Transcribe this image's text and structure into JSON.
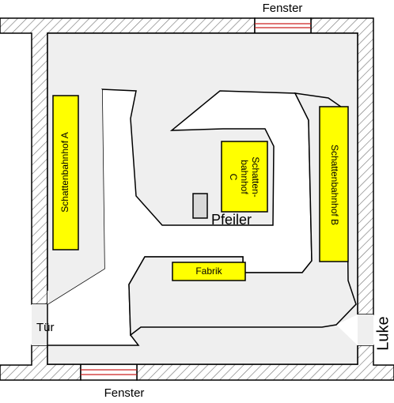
{
  "labels": {
    "window_top": "Fenster",
    "window_bottom": "Fenster",
    "door": "Tür",
    "hatch": "Luke",
    "pillar": "Pfeiler",
    "yard_a": "Schattenbahnhof A",
    "yard_b": "Schattenbahnhof B",
    "yard_c_line1": "Schatten-",
    "yard_c_line2": "bahnhof",
    "yard_c_line3": "C",
    "factory": "Fabrik"
  },
  "colors": {
    "floor": "#efefef",
    "wall": "#ffffff",
    "outline": "#000000",
    "hatching": "#777777",
    "yard_fill": "#ffff00",
    "window_lines": "#cc2222"
  }
}
